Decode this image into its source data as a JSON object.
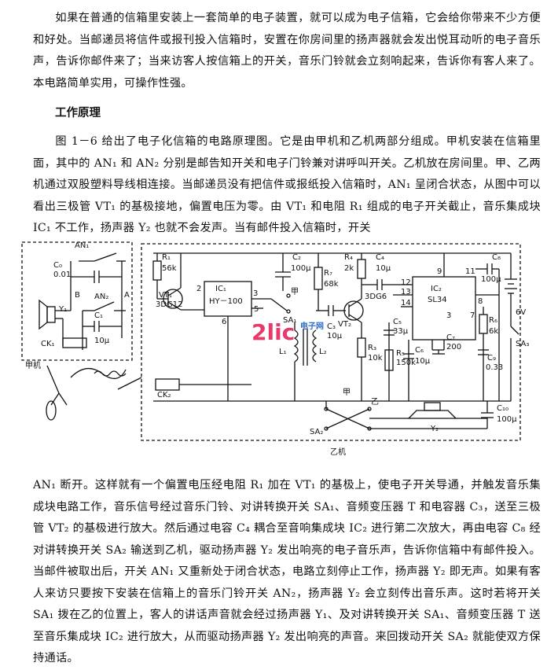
{
  "paragraphs": {
    "intro": "如果在普通的信箱里安装上一套简单的电子装置，就可以成为电子信箱，它会给你带来不少方便和好处。当邮递员将信件或报刊投入信箱时，安置在你房间里的扬声器就会发出悦耳动听的电子音乐声，告诉你邮件来了；当来访客人按信箱上的开关，音乐门铃就会立刻响起来，告诉你有客人来了。本电路简单实用，可操作性强。",
    "section_heading": "工作原理",
    "principle": "图 1－6 给出了电子化信箱的电路原理图。它是由甲机和乙机两部分组成。甲机安装在信箱里面，其中的 AN₁ 和 AN₂ 分别是邮告知开关和电子门铃兼对讲呼叫开关。乙机放在房间里。甲、乙两机通过双股塑料导线相连接。当邮递员没有把信件或报纸投入信箱时，AN₁ 呈闭合状态，从图中可以看出三极管 VT₁ 的基极接地，偏置电压为零。由 VT₁ 和电阻 R₁ 组成的电子开关截止，音乐集成块 IC₁ 不工作，扬声器 Y₂ 也就不会发声。当有邮件投入信箱时，开关",
    "continuation": "AN₁ 断开。这样就有一个偏置电压经电阻 R₁ 加在 VT₁ 的基极上，使电子开关导通，并触发音乐集成块电路工作，音乐信号经过音乐门铃、对讲转换开关 SA₁、音频变压器 T 和电容器 C₃，送至三极管 VT₂ 的基极进行放大。然后通过电容 C₄ 耦合至音响集成块 IC₂ 进行第二次放大，再由电容 C₈ 经对讲转换开关 SA₂ 输送到乙机，驱动扬声器 Y₂ 发出响亮的电子音乐声，告诉你信箱中有邮件投入。当邮件被取出后，开关 AN₁ 又重新处于闭合状态，电路立刻停止工作，扬声器 Y₂ 即无声。如果有客人来访只要按下安装在信箱上的音乐门铃开关 AN₂，扬声器 Y₂ 会立刻传出音乐声。这时若将开关 SA₁ 拨在乙的位置上，客人的讲话声音就会经过扬声器 Y₁、及对讲转换开关 SA₁、音频变压器 T 送至音乐集成块 IC₂ 进行放大，从而驱动扬声器 Y₂ 发出响亮的声音。来回拨动开关 SA₂ 就能使双方保持通话。"
  },
  "diagram": {
    "unit_a_label": "甲机",
    "unit_b_label": "乙机",
    "components": {
      "C0": "C₀",
      "C0_val": "0.01",
      "AN1": "AN₁",
      "AN2": "AN₂",
      "B": "B",
      "A": "A",
      "Y1": "Y₁",
      "C1": "C₁",
      "C1_val": "10μ",
      "CK1": "CK₁",
      "R1": "R₁",
      "R1_val": "56k",
      "IC1": "IC₁",
      "IC1_type": "HY－100",
      "VT1": "VT₁",
      "VT1_type": "3DG12",
      "C2": "C₂",
      "C2_val": "100μ",
      "R7": "R₇",
      "R7_val": "68k",
      "SA1": "SA₁",
      "jia": "甲",
      "yi": "乙",
      "L1": "L₁",
      "L2": "L₂",
      "C3": "C₃",
      "C3_val": "10μ",
      "R4": "R₄",
      "R4_val": "2k",
      "C4": "C₄",
      "C4_val": "10μ",
      "VT2": "VT₂",
      "VT2_type": "3DG6",
      "R3": "R₃",
      "R3_val": "10k",
      "IC2": "IC₂",
      "IC2_type": "SL34",
      "C5": "C₅",
      "C5_val": "33μ",
      "R5": "R₅",
      "R5_val": "150k",
      "C6": "C₆",
      "C6_val": "10μ",
      "C7": "C₇",
      "C7_val": "200",
      "C8": "C₈",
      "C8_val": "100μ",
      "R6": "R₆",
      "R6_val": "6k",
      "C9": "C₉",
      "C9_val": "0.33",
      "SA3": "SA₃",
      "V6": "6V",
      "CK2": "CK₂",
      "SA2": "SA₂",
      "Y2": "Y₂",
      "C10": "C₁₀",
      "C10_val": "100μ"
    },
    "pins": [
      "2",
      "3",
      "5",
      "6",
      "9",
      "11",
      "12",
      "13",
      "14",
      "8",
      "7",
      "3"
    ],
    "watermark": "2lic",
    "watermark_sub": "电子网"
  }
}
